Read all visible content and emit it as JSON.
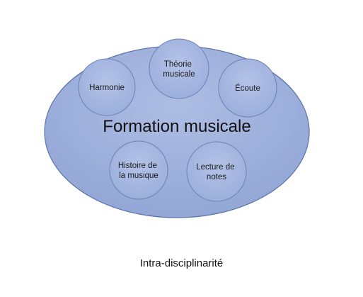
{
  "diagram": {
    "center_label": "Formation musicale",
    "nodes": [
      {
        "id": "harmonie",
        "lines": [
          "Harmonie"
        ]
      },
      {
        "id": "theorie-musicale",
        "lines": [
          "Théorie",
          "musicale"
        ]
      },
      {
        "id": "ecoute",
        "lines": [
          "Écoute"
        ]
      },
      {
        "id": "histoire-de-la-musique",
        "lines": [
          "Histoire de",
          "la musique"
        ]
      },
      {
        "id": "lecture-de-notes",
        "lines": [
          "Lecture de",
          "notes"
        ]
      }
    ]
  },
  "caption": "Intra-disciplinarité",
  "colors": {
    "ellipse_fill": "#a7b6dd",
    "ellipse_stroke": "#5b74ad",
    "circle_fill": "#a9b8df",
    "circle_stroke": "#6c81b6"
  }
}
